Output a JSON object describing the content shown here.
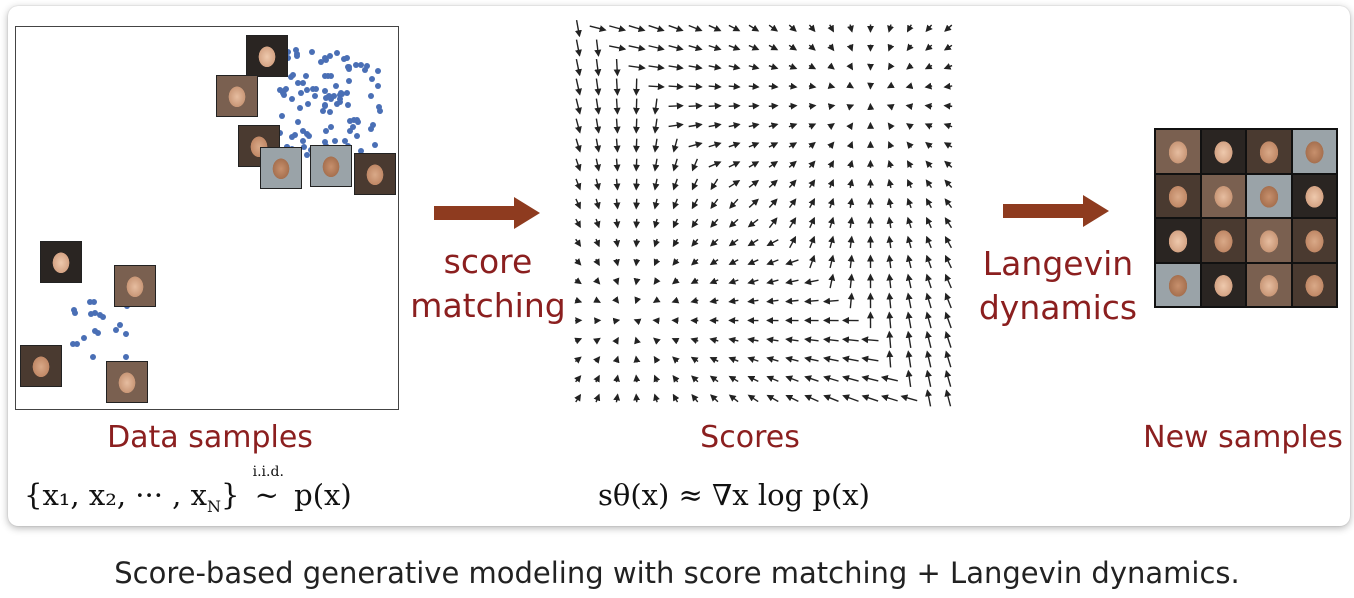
{
  "panels": {
    "data": {
      "caption": "Data samples"
    },
    "scores": {
      "caption": "Scores"
    },
    "new": {
      "caption": "New samples"
    }
  },
  "steps": {
    "score_matching": {
      "line1": "score",
      "line2": "matching"
    },
    "langevin": {
      "line1": "Langevin",
      "line2": "dynamics"
    }
  },
  "formulas": {
    "data_left": "{x₁, x₂, ··· , x",
    "data_sub": "N",
    "data_mid": "}",
    "data_sup": "i.i.d.",
    "data_tilde": "~",
    "data_right": "p(x)",
    "score": "sθ(x) ≈ ∇x log p(x)"
  },
  "figure_caption": "Score-based generative modeling with score matching + Langevin dynamics.",
  "colors": {
    "accent": "#8b1f1f",
    "arrow": "#8e3b1f",
    "dots": "#4a6fb5"
  }
}
